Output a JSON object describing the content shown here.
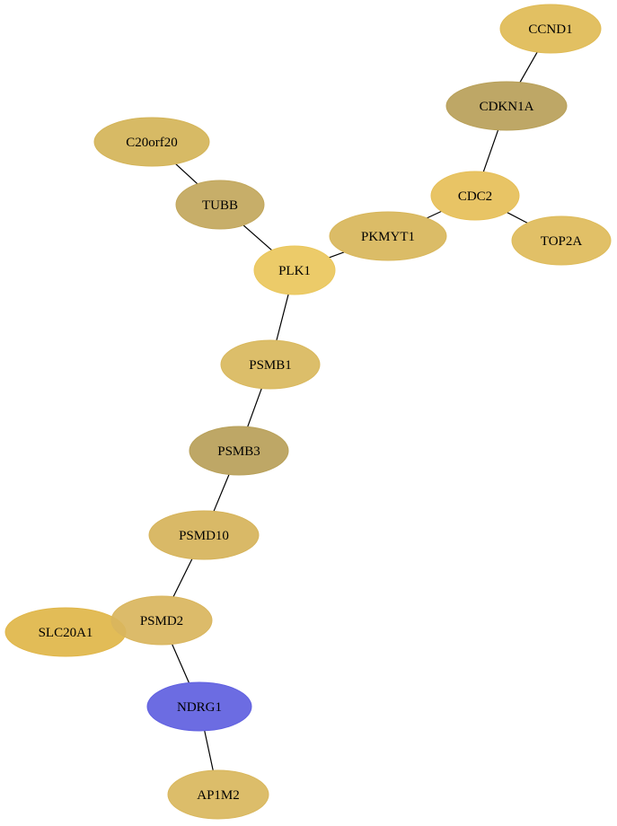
{
  "nodes": [
    {
      "id": "CCND1",
      "label": "CCND1",
      "color": "#e0bb55"
    },
    {
      "id": "CDKN1A",
      "label": "CDKN1A",
      "color": "#b8a059"
    },
    {
      "id": "C20orf20",
      "label": "C20orf20",
      "color": "#d4b458"
    },
    {
      "id": "TUBB",
      "label": "TUBB",
      "color": "#c2a75c"
    },
    {
      "id": "CDC2",
      "label": "CDC2",
      "color": "#e6bf58"
    },
    {
      "id": "PKMYT1",
      "label": "PKMYT1",
      "color": "#d8b65a"
    },
    {
      "id": "TOP2A",
      "label": "TOP2A",
      "color": "#debb5a"
    },
    {
      "id": "PLK1",
      "label": "PLK1",
      "color": "#eac75c"
    },
    {
      "id": "PSMB1",
      "label": "PSMB1",
      "color": "#d9b85d"
    },
    {
      "id": "PSMB3",
      "label": "PSMB3",
      "color": "#b8a059"
    },
    {
      "id": "PSMD10",
      "label": "PSMD10",
      "color": "#d6b35a"
    },
    {
      "id": "SLC20A1",
      "label": "SLC20A1",
      "color": "#e0b649"
    },
    {
      "id": "PSMD2",
      "label": "PSMD2",
      "color": "#d9b55d"
    },
    {
      "id": "NDRG1",
      "label": "NDRG1",
      "color": "#6060e0"
    },
    {
      "id": "AP1M2",
      "label": "AP1M2",
      "color": "#d9b75d"
    }
  ],
  "edges": [
    [
      "CCND1",
      "CDKN1A"
    ],
    [
      "CDKN1A",
      "CDC2"
    ],
    [
      "CDC2",
      "PKMYT1"
    ],
    [
      "CDC2",
      "TOP2A"
    ],
    [
      "C20orf20",
      "TUBB"
    ],
    [
      "TUBB",
      "PLK1"
    ],
    [
      "PKMYT1",
      "PLK1"
    ],
    [
      "PLK1",
      "PSMB1"
    ],
    [
      "PSMB1",
      "PSMB3"
    ],
    [
      "PSMB3",
      "PSMD10"
    ],
    [
      "PSMD10",
      "PSMD2"
    ],
    [
      "PSMD2",
      "NDRG1"
    ],
    [
      "NDRG1",
      "AP1M2"
    ]
  ]
}
